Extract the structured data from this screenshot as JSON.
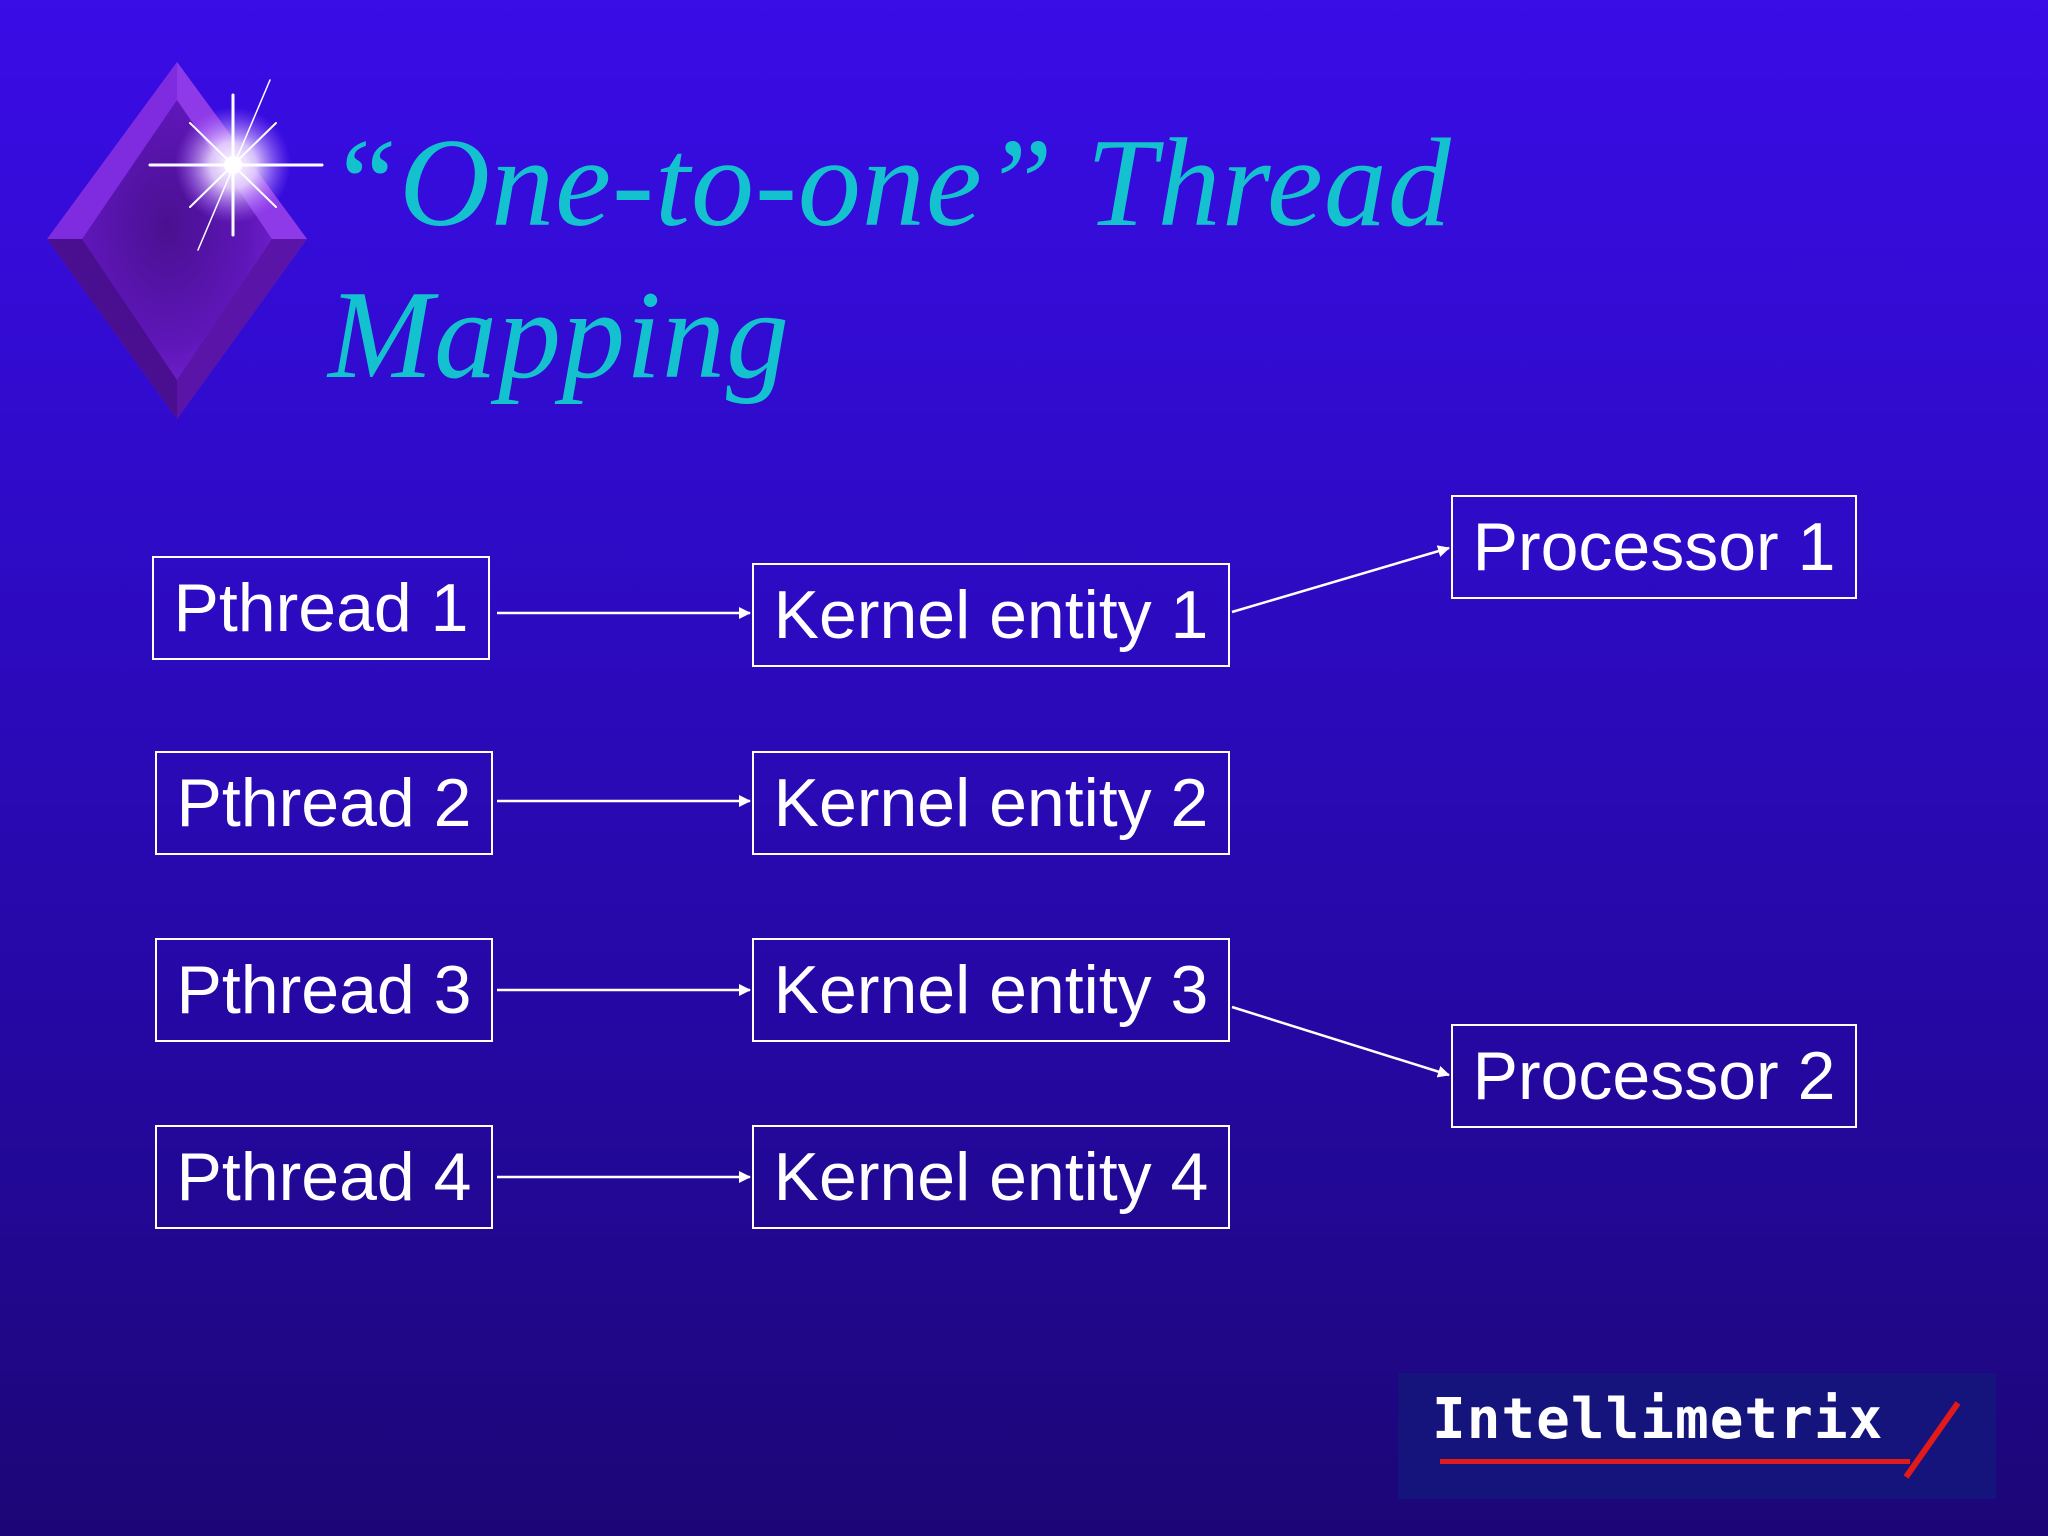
{
  "title": {
    "line1": "“One-to-one” Thread",
    "line2": "Mapping"
  },
  "pthreads": [
    {
      "label": "Pthread 1"
    },
    {
      "label": "Pthread 2"
    },
    {
      "label": "Pthread 3"
    },
    {
      "label": "Pthread 4"
    }
  ],
  "kernel_entities": [
    {
      "label": "Kernel entity 1"
    },
    {
      "label": "Kernel entity 2"
    },
    {
      "label": "Kernel entity 3"
    },
    {
      "label": "Kernel entity 4"
    }
  ],
  "processors": [
    {
      "label": "Processor 1"
    },
    {
      "label": "Processor 2"
    }
  ],
  "mappings": {
    "pthread_to_kernel": [
      {
        "from": "Pthread 1",
        "to": "Kernel entity 1"
      },
      {
        "from": "Pthread 2",
        "to": "Kernel entity 2"
      },
      {
        "from": "Pthread 3",
        "to": "Kernel entity 3"
      },
      {
        "from": "Pthread 4",
        "to": "Kernel entity 4"
      }
    ],
    "kernel_to_processor": [
      {
        "from": "Kernel entity 1",
        "to": "Processor 1"
      },
      {
        "from": "Kernel entity 3",
        "to": "Processor 2"
      }
    ]
  },
  "logo": {
    "text": "Intellimetrix"
  },
  "colors": {
    "background_top": "#3a0ce6",
    "background_bottom": "#1c0676",
    "title": "#14c2cf",
    "box_text": "#ffffff",
    "logo_accent": "#e21a1a"
  }
}
